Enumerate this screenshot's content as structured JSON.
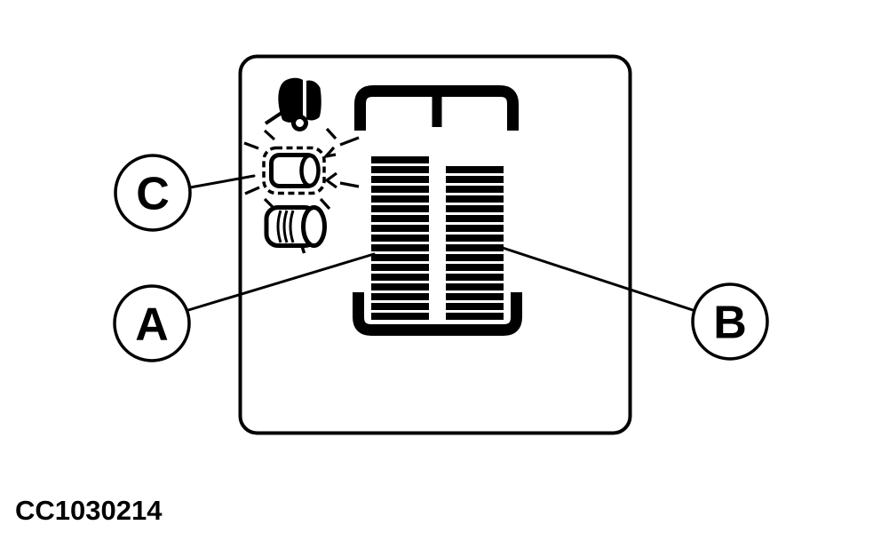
{
  "figure": {
    "background_color": "#ffffff",
    "line_color": "#000000",
    "code": "CC1030214",
    "callouts": {
      "a": {
        "label": "A"
      },
      "b": {
        "label": "B"
      },
      "c": {
        "label": "C"
      }
    },
    "icons": {
      "top": "round-baler-silhouette-icon",
      "middle": "flashing-bale-indicator-icon",
      "bottom": "round-bale-icon"
    },
    "slats": {
      "left_count": 17,
      "right_count": 16
    }
  }
}
